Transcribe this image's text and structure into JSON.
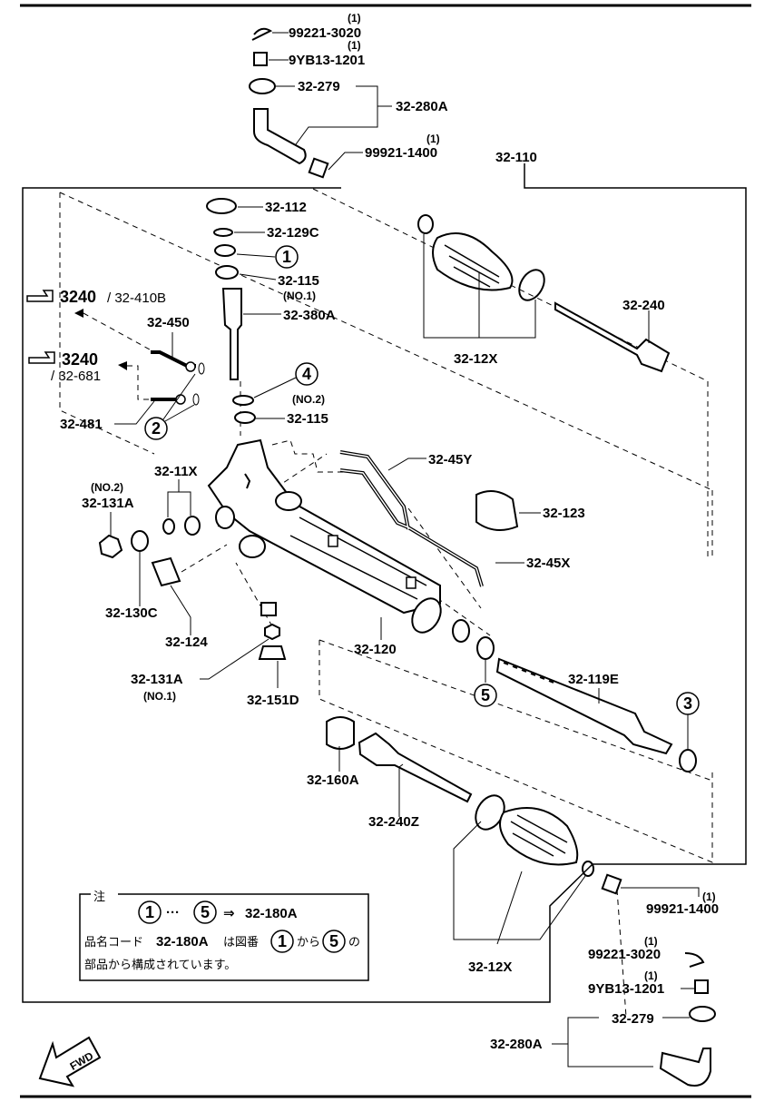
{
  "top_assembly": {
    "qty_split_pin": "(1)",
    "split_pin": "99221-3020",
    "qty_nut": "(1)",
    "nut": "9YB13-1201",
    "boot": "32-279",
    "tie_rod_end": "32-280A",
    "qty_lock_nut": "(1)",
    "lock_nut": "99921-1400",
    "gear_assy": "32-110"
  },
  "parts": {
    "p32_112": "32-112",
    "p32_129C": "32-129C",
    "p32_115a": "32-115",
    "no1": "(NO.1)",
    "p32_380A": "32-380A",
    "p32_240": "32-240",
    "p32_12X_top": "32-12X",
    "ref3240a": "3240",
    "ref3240a_sub": "/ 32-410B",
    "p32_450": "32-450",
    "ref3240b": "3240",
    "ref3240b_sub": "/ 32-681",
    "no2_a": "(NO.2)",
    "p32_115b": "32-115",
    "p32_481": "32-481",
    "p32_45Y": "32-45Y",
    "p32_11X": "32-11X",
    "no2_b": "(NO.2)",
    "p32_131A_a": "32-131A",
    "p32_123": "32-123",
    "p32_45X": "32-45X",
    "p32_130C": "32-130C",
    "p32_124": "32-124",
    "p32_120": "32-120",
    "p32_119E": "32-119E",
    "p32_131A_b": "32-131A",
    "no1_b": "(NO.1)",
    "p32_151D": "32-151D",
    "p32_160A": "32-160A",
    "p32_240Z": "32-240Z",
    "p32_12X_bottom": "32-12X"
  },
  "circled": [
    "1",
    "2",
    "3",
    "4",
    "5"
  ],
  "bottom_assembly": {
    "qty_lock_nut": "(1)",
    "lock_nut": "99921-1400",
    "qty_split_pin": "(1)",
    "split_pin": "99221-3020",
    "qty_nut": "(1)",
    "nut": "9YB13-1201",
    "boot": "32-279",
    "tie_rod_end": "32-280A"
  },
  "note_box": {
    "title": "注",
    "range_from": "1",
    "range_sep": "···",
    "range_to": "5",
    "arrow": "⇒",
    "kit": "32-180A",
    "line2_a": "品名コード",
    "line2_kit": "32-180A",
    "line2_b": "は図番",
    "line2_c": "から",
    "line2_d": "の",
    "line3": "部品から構成されています。"
  },
  "fwd": "FWD"
}
